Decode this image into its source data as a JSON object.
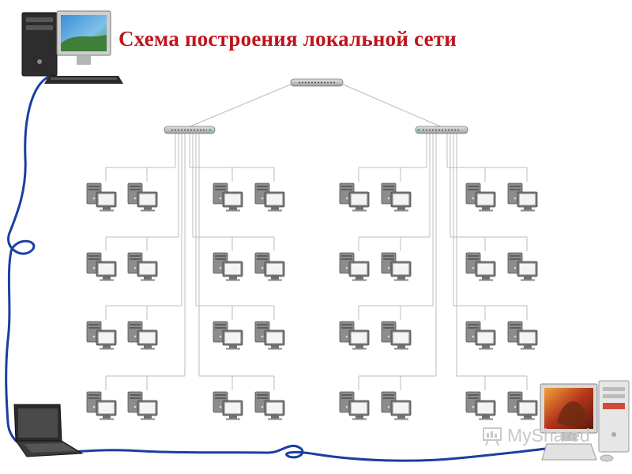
{
  "title": "Схема построения локальной сети",
  "watermark": "MyShared",
  "colors": {
    "title": "#c0131b",
    "cable": "#1b3fa0",
    "wire": "#b9b9b9",
    "switch": "#b0b0b0",
    "pc": "#9a9a9a"
  },
  "diagram": {
    "core_switch": "switch",
    "distribution_switches": [
      "switch",
      "switch"
    ],
    "groups_per_switch": 2,
    "rows": 4,
    "pcs_per_group_row": 2,
    "end_device": "pc-icon",
    "peripherals": [
      "desktop-computer-icon",
      "laptop-icon",
      "gaming-computer-icon"
    ]
  }
}
